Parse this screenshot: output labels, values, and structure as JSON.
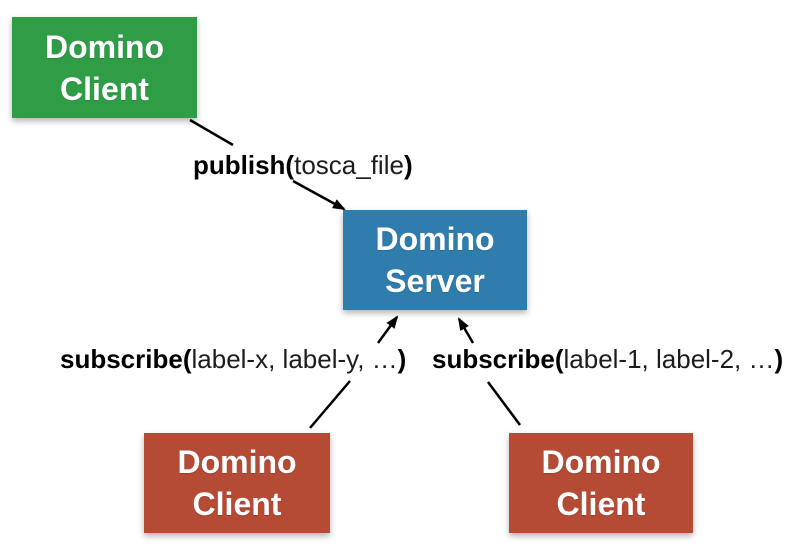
{
  "diagram": {
    "background_color": "#ffffff",
    "arrow_color": "#000000",
    "nodes": [
      {
        "id": "domino-client-top",
        "line1": "Domino",
        "line2": "Client",
        "color": "#2f9d46",
        "text_color": "#ffffff"
      },
      {
        "id": "domino-server",
        "line1": "Domino",
        "line2": "Server",
        "color": "#2f7dad",
        "text_color": "#ffffff"
      },
      {
        "id": "domino-client-left",
        "line1": "Domino",
        "line2": "Client",
        "color": "#b54a35",
        "text_color": "#ffffff"
      },
      {
        "id": "domino-client-right",
        "line1": "Domino",
        "line2": "Client",
        "color": "#b54a35",
        "text_color": "#ffffff"
      }
    ],
    "edges": {
      "publish": {
        "from": "domino-client-top",
        "to": "domino-server",
        "bold_open": "publish(",
        "args": "tosca_file",
        "bold_close": ")"
      },
      "subscribe_left": {
        "from": "domino-client-left",
        "to": "domino-server",
        "bold_open": "subscribe(",
        "args": "label-x, label-y, …",
        "bold_close": ")"
      },
      "subscribe_right": {
        "from": "domino-client-right",
        "to": "domino-server",
        "bold_open": "subscribe(",
        "args": "label-1, label-2, …",
        "bold_close": ")"
      }
    }
  }
}
